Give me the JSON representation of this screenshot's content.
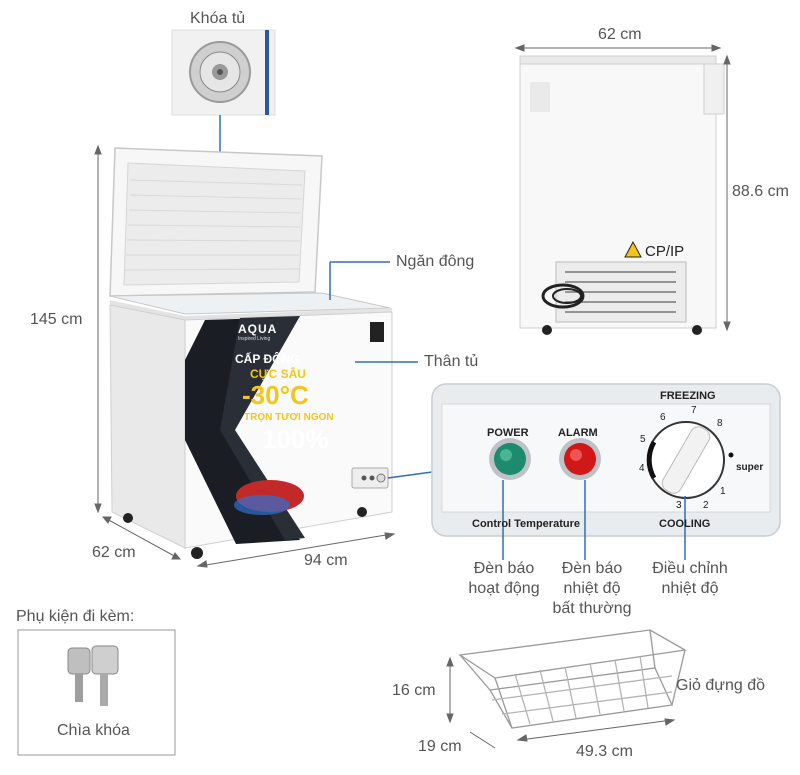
{
  "labels": {
    "lock": "Khóa tủ",
    "freezer_compartment": "Ngăn đông",
    "body": "Thân tủ",
    "height_main": "145 cm",
    "depth_main": "62 cm",
    "width_main": "94 cm",
    "width_side": "62 cm",
    "height_side": "88.6 cm",
    "power_light": [
      "Đèn báo",
      "hoạt động"
    ],
    "alarm_light": [
      "Đèn báo",
      "nhiệt độ",
      "bất thường"
    ],
    "temp_control": [
      "Điều chỉnh",
      "nhiệt độ"
    ],
    "accessories": "Phụ kiện đi kèm:",
    "key": "Chìa khóa",
    "basket": "Giỏ đựng đồ",
    "basket_height": "16 cm",
    "basket_depth": "19 cm",
    "basket_width": "49.3 cm"
  },
  "panel": {
    "power": "POWER",
    "alarm": "ALARM",
    "freezing": "FREEZING",
    "cooling": "COOLING",
    "control": "Control Temperature",
    "super": "super",
    "dial_numbers": [
      "1",
      "2",
      "3",
      "4",
      "5",
      "6",
      "7",
      "8"
    ]
  },
  "front_graphic": {
    "brand": "AQUA",
    "tagline": "Inspired Living",
    "line1": "CẤP ĐÔNG",
    "line2": "CỰC SÂU",
    "temp": "-30°C",
    "line3": "TRỌN TƯƠI NGON",
    "percent": "100%"
  },
  "side_label": "CP/IP",
  "colors": {
    "accent_line": "#2f6fb5",
    "power_led": "#1e8a6e",
    "alarm_led": "#d01818"
  }
}
